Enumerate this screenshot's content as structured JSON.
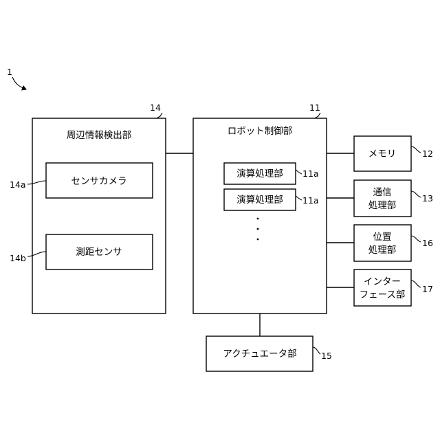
{
  "figure_ref": "1",
  "peripheral_detector": {
    "ref": "14",
    "label": "周辺情報検出部",
    "camera": {
      "ref": "14a",
      "label": "センサカメラ"
    },
    "distance_sensor": {
      "ref": "14b",
      "label": "測距センサ"
    }
  },
  "robot_controller": {
    "ref": "11",
    "label": "ロボット制御部",
    "processors": [
      {
        "ref": "11a",
        "label": "演算処理部"
      },
      {
        "ref": "11a",
        "label": "演算処理部"
      }
    ],
    "ellipsis": "・・・"
  },
  "memory": {
    "ref": "12",
    "label": "メモリ"
  },
  "comm": {
    "ref": "13",
    "line1": "通信",
    "line2": "処理部"
  },
  "position": {
    "ref": "16",
    "line1": "位置",
    "line2": "処理部"
  },
  "interface": {
    "ref": "17",
    "line1": "インター",
    "line2": "フェース部"
  },
  "actuator": {
    "ref": "15",
    "label": "アクチュエータ部"
  }
}
